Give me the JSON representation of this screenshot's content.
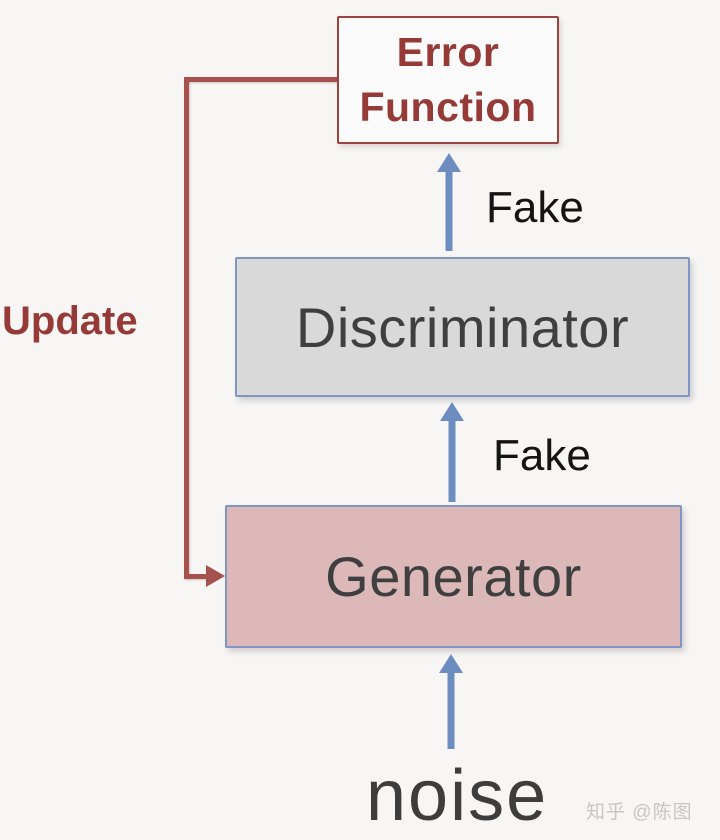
{
  "diagram": {
    "type": "flowchart",
    "topic": "GAN training loop",
    "nodes": {
      "error_function": {
        "line1": "Error",
        "line2": "Function"
      },
      "discriminator": {
        "label": "Discriminator"
      },
      "generator": {
        "label": "Generator"
      }
    },
    "labels": {
      "update": "Update",
      "fake_top": "Fake",
      "fake_middle": "Fake",
      "noise": "noise"
    },
    "edges": [
      {
        "from": "noise",
        "to": "generator",
        "style": "blue-arrow-up"
      },
      {
        "from": "generator",
        "to": "discriminator",
        "style": "blue-arrow-up",
        "label": "Fake"
      },
      {
        "from": "discriminator",
        "to": "error_function",
        "style": "blue-arrow-up",
        "label": "Fake"
      },
      {
        "from": "error_function",
        "to": "generator",
        "style": "red-feedback-arrow",
        "label": "Update"
      }
    ],
    "colors": {
      "background": "#f7f6f5",
      "red_text": "#963a38",
      "red_line": "#a5514e",
      "red_border": "#9a4340",
      "blue_arrow": "#6d8dc0",
      "box_border_blue": "#8095c3",
      "discriminator_fill": "#d9d9d9",
      "generator_fill": "#dcb9b8",
      "error_fill": "#fbfafa",
      "dark_text": "#3f3f3f"
    },
    "watermark": "知乎 @陈图"
  }
}
